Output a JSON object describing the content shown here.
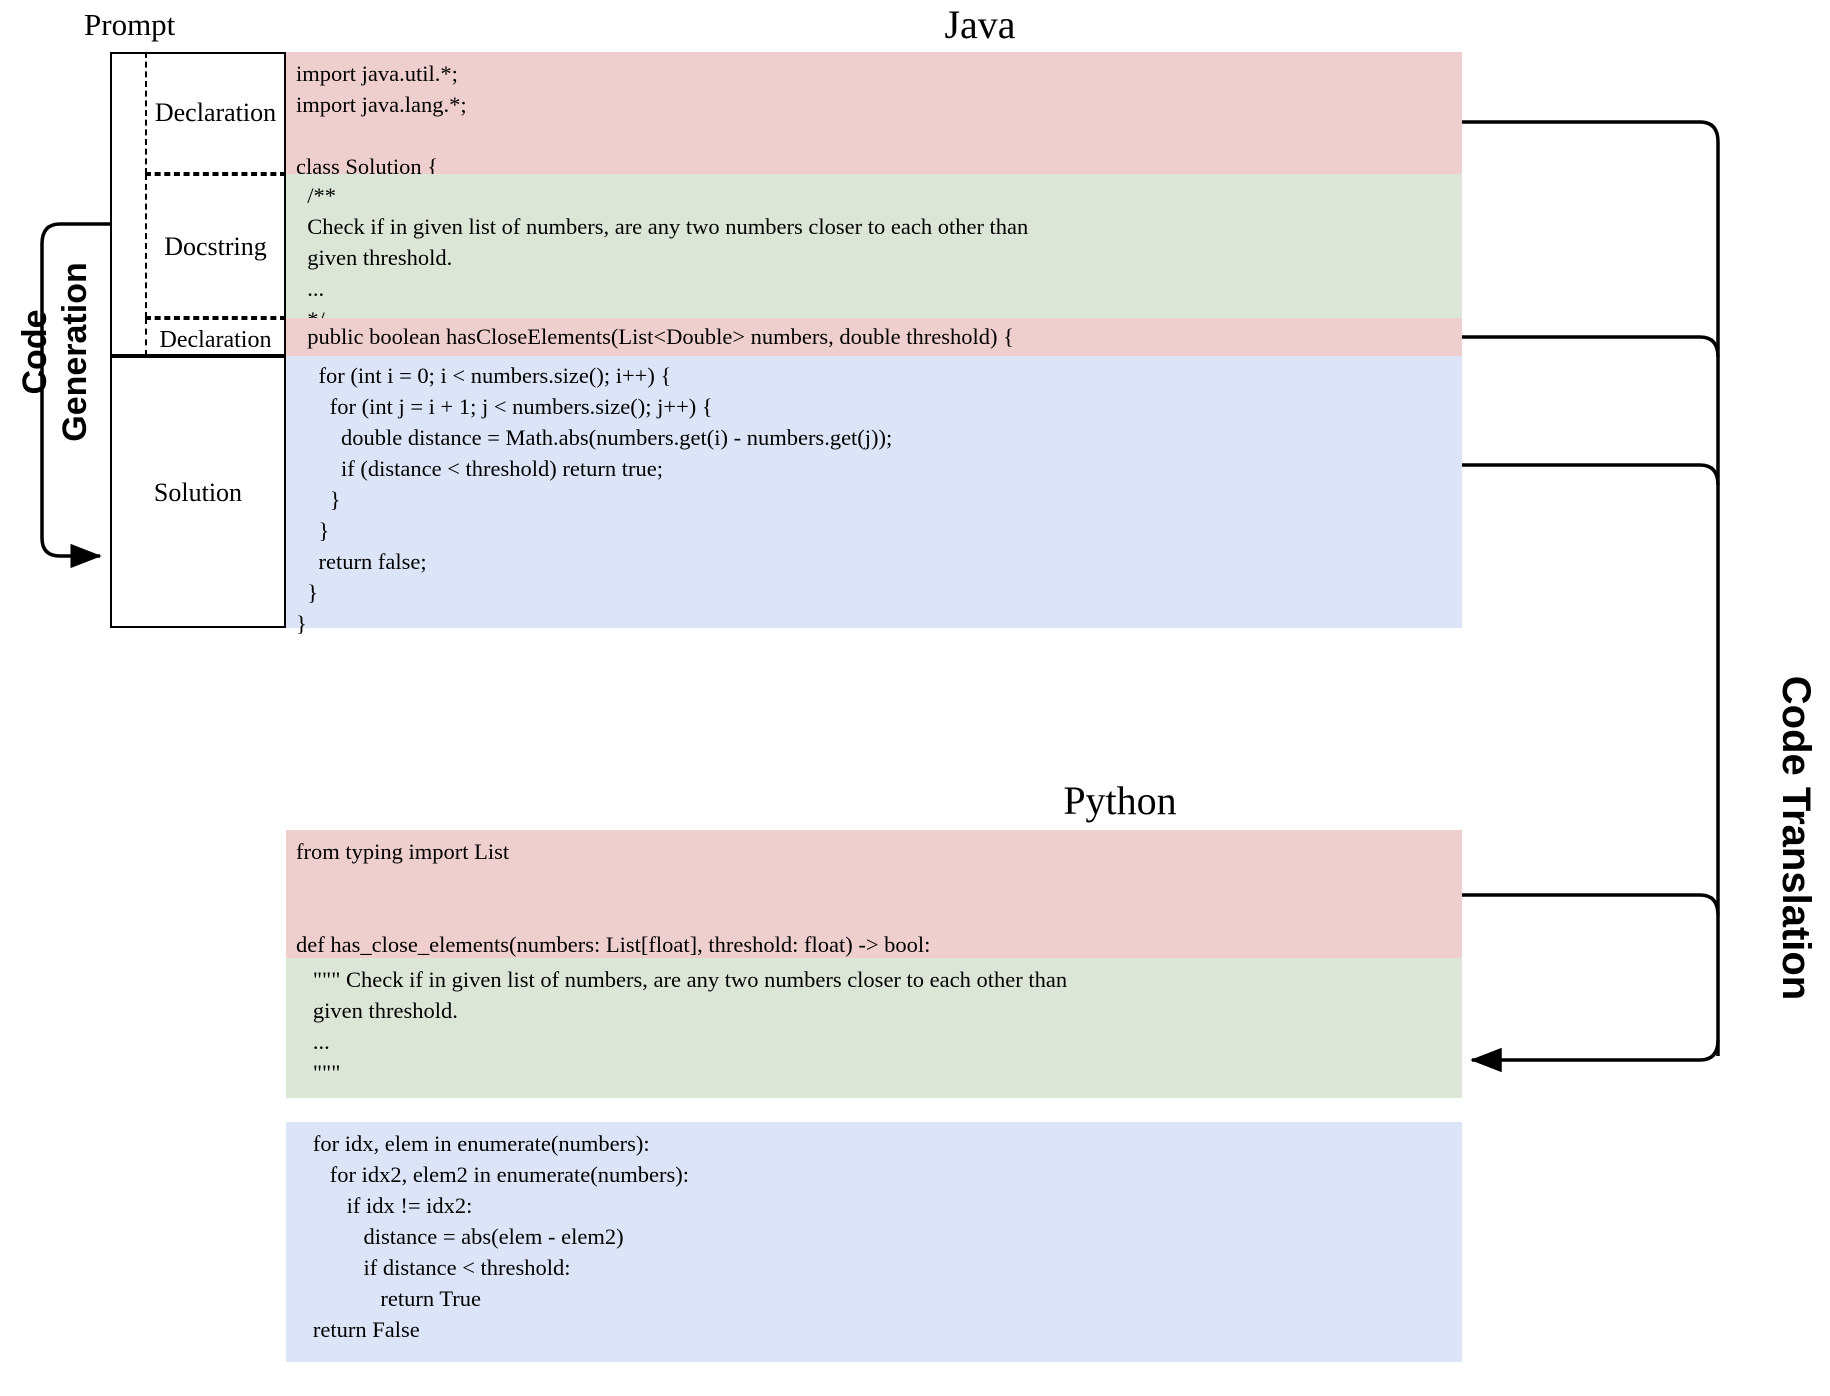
{
  "figure": {
    "java_title": "Java",
    "python_title": "Python",
    "prompt_label": "Prompt",
    "left_arrow_label": "Code\nGeneration",
    "right_arrow_label": "Code Translation",
    "colors": {
      "declaration": "#efcfcd",
      "docstring": "#dce6d6",
      "solution": "#dce5f8",
      "stroke": "#000000",
      "background": "#ffffff"
    }
  },
  "structure_boxes": {
    "declaration_top": "Declaration",
    "docstring": "Docstring",
    "declaration_signature": "Declaration",
    "solution": "Solution"
  },
  "java": {
    "declaration_top": "import java.util.*;\nimport java.lang.*;\n\nclass Solution {",
    "docstring": "  /**\n  Check if in given list of numbers, are any two numbers closer to each other than\n  given threshold.\n  ...\n  */",
    "declaration_signature": "  public boolean hasCloseElements(List<Double> numbers, double threshold) {",
    "solution": "    for (int i = 0; i < numbers.size(); i++) {\n      for (int j = i + 1; j < numbers.size(); j++) {\n        double distance = Math.abs(numbers.get(i) - numbers.get(j));\n        if (distance < threshold) return true;\n      }\n    }\n    return false;\n  }\n}"
  },
  "python": {
    "declaration_top": "from typing import List\n\n\ndef has_close_elements(numbers: List[float], threshold: float) -> bool:",
    "docstring": "   \"\"\" Check if in given list of numbers, are any two numbers closer to each other than\n   given threshold.\n   ...\n   \"\"\"",
    "solution": "   for idx, elem in enumerate(numbers):\n      for idx2, elem2 in enumerate(numbers):\n         if idx != idx2:\n            distance = abs(elem - elem2)\n            if distance < threshold:\n               return True\n   return False"
  }
}
